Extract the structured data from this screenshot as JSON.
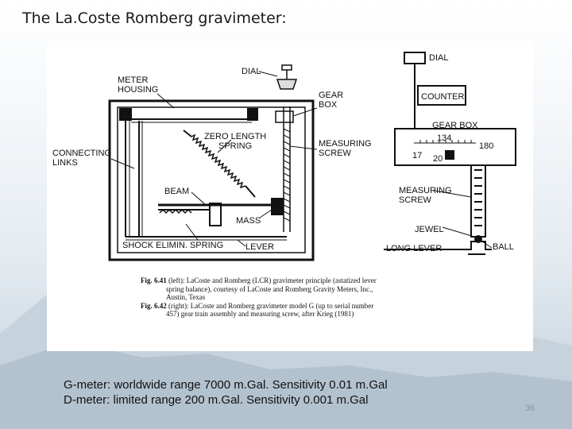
{
  "slide": {
    "title": "The La.Coste Romberg gravimeter:",
    "page_number": "36"
  },
  "figure": {
    "left_labels": {
      "dial": "DIAL",
      "meter_housing_1": "METER",
      "meter_housing_2": "HOUSING",
      "gear_box_1": "GEAR",
      "gear_box_2": "BOX",
      "zero_length_spring_1": "ZERO LENGTH",
      "zero_length_spring_2": "SPRING",
      "measuring_screw_1": "MEASURING",
      "measuring_screw_2": "SCREW",
      "connecting_links_1": "CONNECTING",
      "connecting_links_2": "LINKS",
      "beam": "BEAM",
      "mass": "MASS",
      "shock_elimin_spring": "SHOCK ELIMIN. SPRING",
      "lever": "LEVER"
    },
    "right_labels": {
      "dial": "DIAL",
      "counter": "COUNTER",
      "gear_box": "GEAR BOX",
      "num_134": "134",
      "num_180": "180",
      "num_17": "17",
      "num_20": "20",
      "measuring_screw_1": "MEASURING",
      "measuring_screw_2": "SCREW",
      "jewel": "JEWEL",
      "ball": "BALL",
      "long_lever": "LONG LEVER"
    },
    "caption": {
      "fig_641": "Fig. 6.41",
      "line1_rest": " (left): LaCoste and Romberg (LCR) gravimeter principle (astatized lever",
      "line2": "spring balance), courtesy of LaCoste and Romberg Gravity Meters, Inc.,",
      "line3": "Austin, Texas",
      "fig_642": "Fig. 6.42",
      "line4_rest": " (right): LaCoste and Romberg gravimeter model G (up to serial number",
      "line5": "457) gear train assembly and measuring screw, after Krieg (1981)"
    }
  },
  "notes": {
    "line1": "G-meter: worldwide range 7000 m.Gal. Sensitivity 0.01 m.Gal",
    "line2": "D-meter: limited range 200 m.Gal. Sensitivity 0.001 m.Gal"
  }
}
